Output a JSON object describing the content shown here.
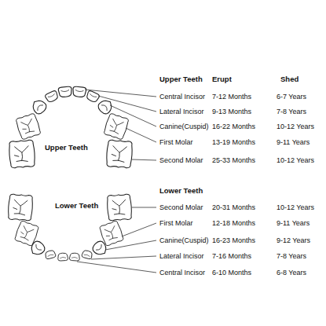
{
  "diagram": {
    "labels": [
      "Upper Teeth",
      "Erupt",
      "Shed",
      "Central Incisor",
      "7-12 Months",
      "6-7 Years",
      "Lateral Incisor",
      "9-13 Months",
      "7-8 Years",
      "Canine(Cuspid)",
      "16-22 Months",
      "10-12 Years",
      "First Molar",
      "13-19 Months",
      "9-11 Years",
      "Second Molar",
      "25-33 Months",
      "10-12 Years",
      "Upper Teeth",
      "Lower Teeth",
      "Lower Teeth",
      "Second Molar",
      "20-31 Months",
      "10-12 Years",
      "First Molar",
      "12-18 Months",
      "9-11 Years",
      "Canine(Cuspid)",
      "16-23 Months",
      "9-12 Years",
      "Lateral Incisor",
      "7-16 Months",
      "7-8 Years",
      "Central Incisor",
      "6-10 Months",
      "6-8 Years"
    ]
  }
}
